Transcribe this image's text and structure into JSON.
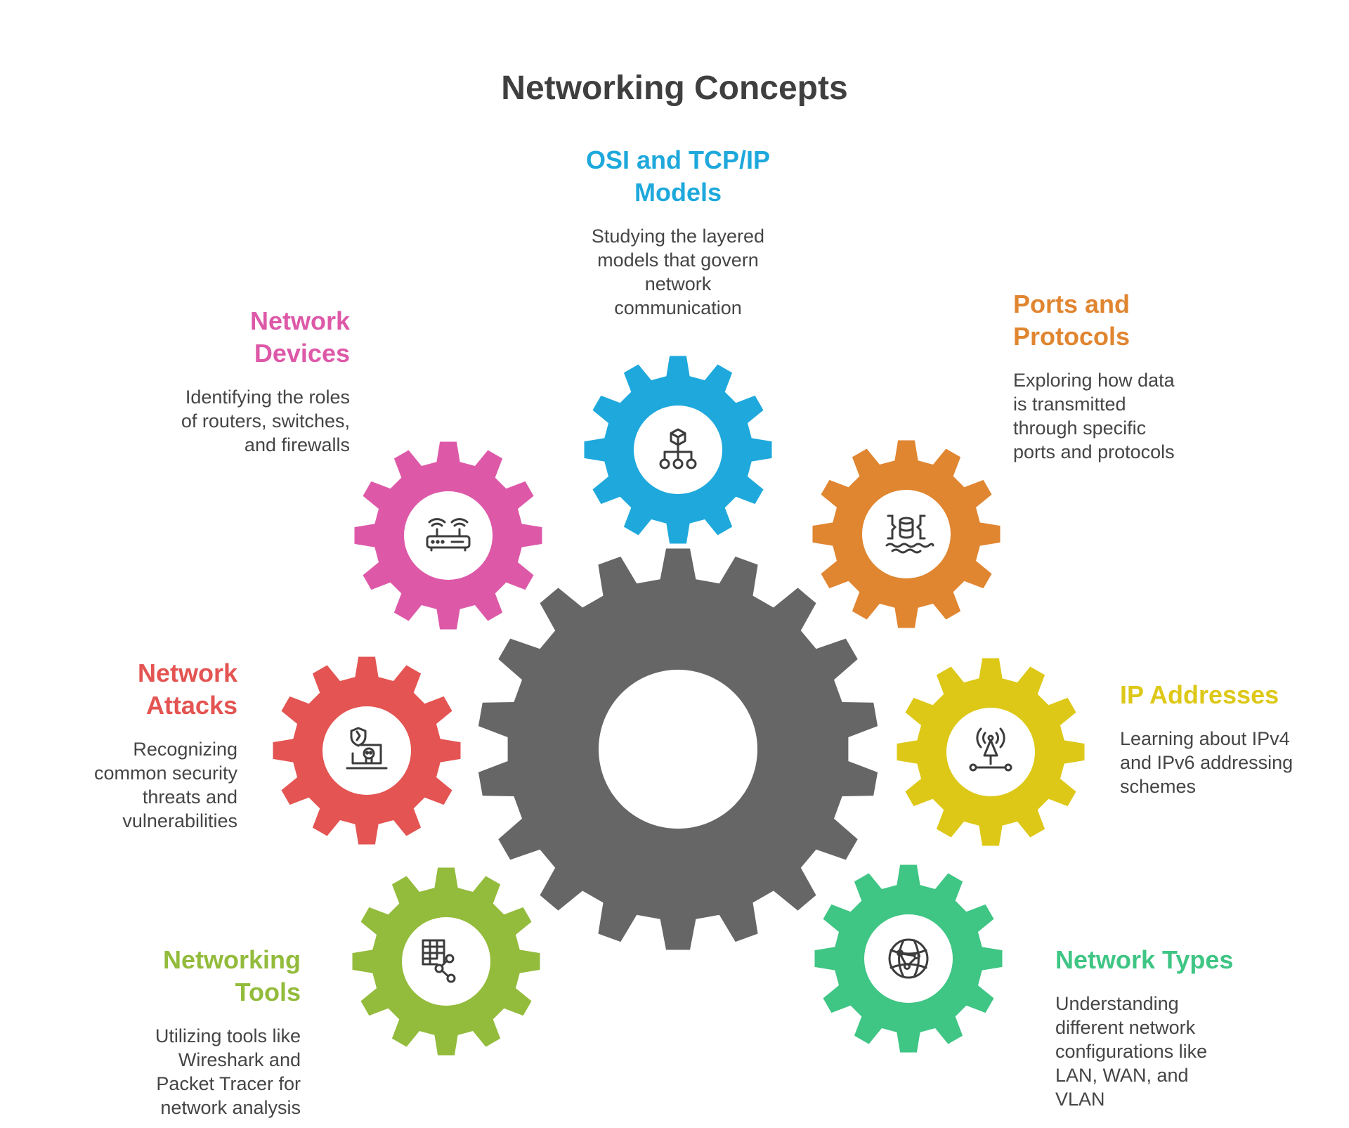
{
  "title": "Networking Concepts",
  "colors": {
    "center_gear": "#666666",
    "osi": "#1ea8dc",
    "ports": "#e08530",
    "devices": "#dd59a8",
    "attacks": "#e35452",
    "ip": "#ddc818",
    "tools": "#93bb3c",
    "types": "#3fc584",
    "text": "#454545",
    "title": "#3f3f3f"
  },
  "concepts": {
    "osi": {
      "title_line1": "OSI and TCP/IP",
      "title_line2": "Models",
      "description": [
        "Studying the layered",
        "models that govern",
        "network",
        "communication"
      ],
      "icon": "hierarchy-icon"
    },
    "ports": {
      "title_line1": "Ports and",
      "title_line2": "Protocols",
      "description": [
        "Exploring how data",
        "is transmitted",
        "through specific",
        "ports and protocols"
      ],
      "icon": "database-transfer-icon"
    },
    "devices": {
      "title_line1": "Network",
      "title_line2": "Devices",
      "description": [
        "Identifying the roles",
        "of routers, switches,",
        "and firewalls"
      ],
      "icon": "router-icon"
    },
    "attacks": {
      "title_line1": "Network",
      "title_line2": "Attacks",
      "description": [
        "Recognizing",
        "common security",
        "threats and",
        "vulnerabilities"
      ],
      "icon": "laptop-skull-icon"
    },
    "ip": {
      "title_line1": "IP Addresses",
      "description": [
        "Learning about IPv4",
        "and IPv6 addressing",
        "schemes"
      ],
      "icon": "antenna-network-icon"
    },
    "tools": {
      "title_line1": "Networking",
      "title_line2": "Tools",
      "description": [
        "Utilizing tools like",
        "Wireshark and",
        "Packet Tracer for",
        "network analysis"
      ],
      "icon": "table-share-icon"
    },
    "types": {
      "title_line1": "Network Types",
      "description": [
        "Understanding",
        "different network",
        "configurations like",
        "LAN, WAN, and",
        "VLAN"
      ],
      "icon": "globe-network-icon"
    }
  }
}
